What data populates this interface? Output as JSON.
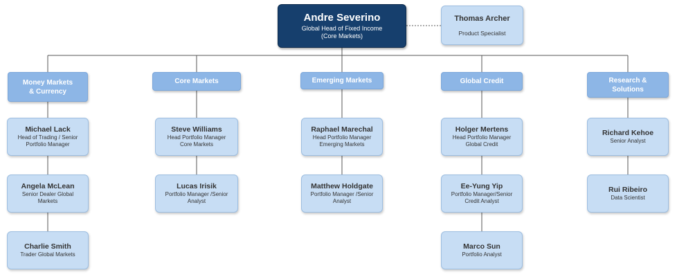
{
  "head": {
    "name": "Andre Severino",
    "role": "Global Head of Fixed Income (Core Markets)"
  },
  "specialist": {
    "name": "Thomas Archer",
    "role": "Product Specialist"
  },
  "departments": [
    {
      "label": "Money Markets & Currency",
      "members": [
        {
          "name": "Michael Lack",
          "role": "Head of Trading / Senior Portfolio Manager"
        },
        {
          "name": "Angela McLean",
          "role": "Senior Dealer Global Markets"
        },
        {
          "name": "Charlie Smith",
          "role": "Trader Global Markets"
        }
      ]
    },
    {
      "label": "Core Markets",
      "members": [
        {
          "name": "Steve Williams",
          "role": "Head Portfolio Manager Core Markets"
        },
        {
          "name": "Lucas Irisik",
          "role": "Portfolio Manager /Senior Analyst"
        }
      ]
    },
    {
      "label": "Emerging Markets",
      "members": [
        {
          "name": "Raphael Marechal",
          "role": "Head Portfolio Manager Emerging Markets"
        },
        {
          "name": "Matthew Holdgate",
          "role": "Portfolio Manager /Senior Analyst"
        }
      ]
    },
    {
      "label": "Global Credit",
      "members": [
        {
          "name": "Holger Mertens",
          "role": "Head Portfolio Manager Global Credit"
        },
        {
          "name": "Ee-Yung Yip",
          "role": "Portfolio Manager/Senior Credit Analyst"
        },
        {
          "name": "Marco Sun",
          "role": "Portfolio Analyst"
        }
      ]
    },
    {
      "label": "Research & Solutions",
      "members": [
        {
          "name": "Richard Kehoe",
          "role": "Senior Analyst"
        },
        {
          "name": "Rui Ribeiro",
          "role": "Data Scientist"
        }
      ]
    }
  ],
  "colors": {
    "top": "#163f6d",
    "department": "#8db6e6",
    "member": "#c7ddf4",
    "connector": "#555555"
  }
}
